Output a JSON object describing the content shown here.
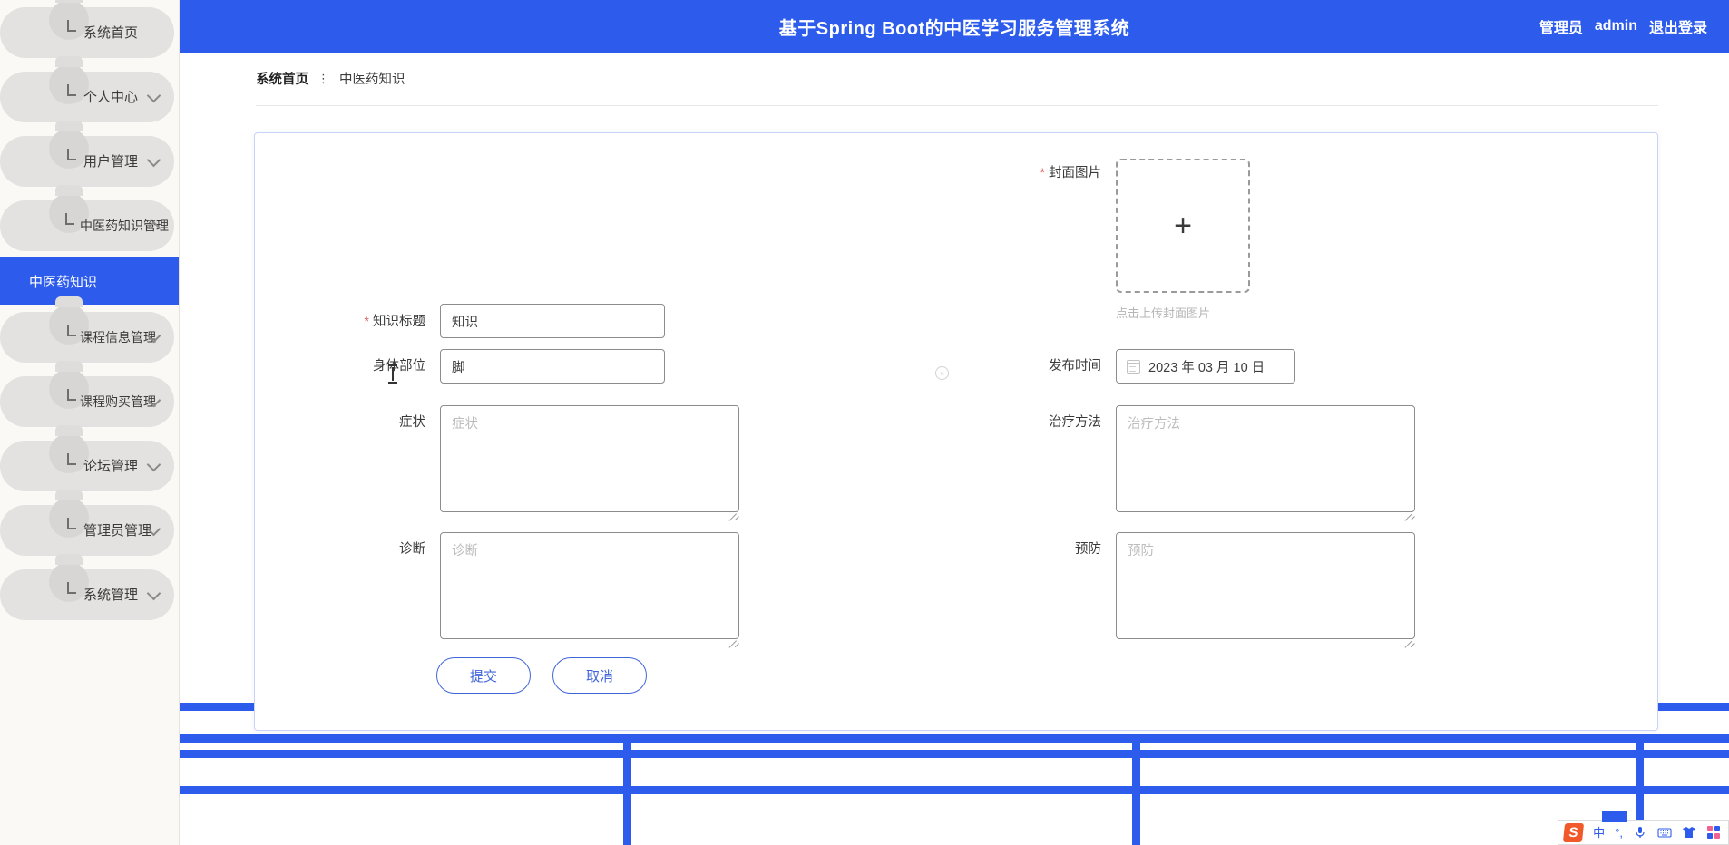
{
  "header": {
    "title": "基于Spring Boot的中医学习服务管理系统",
    "role_label": "管理员",
    "username": "admin",
    "logout_label": "退出登录"
  },
  "sidebar": {
    "items": [
      {
        "label": "系统首页",
        "expandable": false,
        "expanded": false
      },
      {
        "label": "个人中心",
        "expandable": true,
        "expanded": false
      },
      {
        "label": "用户管理",
        "expandable": true,
        "expanded": false
      },
      {
        "label": "中医药知识管理",
        "expandable": true,
        "expanded": true
      },
      {
        "label": "课程信息管理",
        "expandable": true,
        "expanded": false
      },
      {
        "label": "课程购买管理",
        "expandable": true,
        "expanded": false
      },
      {
        "label": "论坛管理",
        "expandable": true,
        "expanded": false
      },
      {
        "label": "管理员管理",
        "expandable": true,
        "expanded": false
      },
      {
        "label": "系统管理",
        "expandable": true,
        "expanded": false
      }
    ],
    "active_sub_item": "中医药知识",
    "active_color": "#2d5ced"
  },
  "breadcrumb": {
    "home": "系统首页",
    "separator": "⋮",
    "current": "中医药知识"
  },
  "form": {
    "title_field": {
      "label": "知识标题",
      "required": true,
      "value": "知识",
      "placeholder": "知识标题"
    },
    "body_part_field": {
      "label": "身体部位",
      "required": false,
      "value": "脚",
      "placeholder": "身体部位"
    },
    "symptom_field": {
      "label": "症状",
      "required": false,
      "value": "",
      "placeholder": "症状"
    },
    "diagnosis_field": {
      "label": "诊断",
      "required": false,
      "value": "",
      "placeholder": "诊断"
    },
    "cover_image": {
      "label": "封面图片",
      "required": true,
      "plus_glyph": "+",
      "caption": "点击上传封面图片"
    },
    "publish_time": {
      "label": "发布时间",
      "required": false,
      "value": "2023 年 03 月 10 日"
    },
    "treatment_field": {
      "label": "治疗方法",
      "required": false,
      "value": "",
      "placeholder": "治疗方法"
    },
    "prevention_field": {
      "label": "预防",
      "required": false,
      "value": "",
      "placeholder": "预防"
    },
    "submit_label": "提交",
    "cancel_label": "取消",
    "required_marker": "*",
    "clear_glyph": "×"
  },
  "ime": {
    "logo_glyph": "S",
    "language_label": "中",
    "punctuation_label": "°,",
    "mic_icon": "microphone-icon",
    "keyboard_icon": "keyboard-icon",
    "skin_icon": "skin-icon",
    "apps_icon": "apps-grid-icon"
  },
  "theme": {
    "primary": "#2d5ced",
    "sidebar_bg": "#faf9f5",
    "card_border": "#c8d4f5",
    "required_star": "#e06060"
  }
}
